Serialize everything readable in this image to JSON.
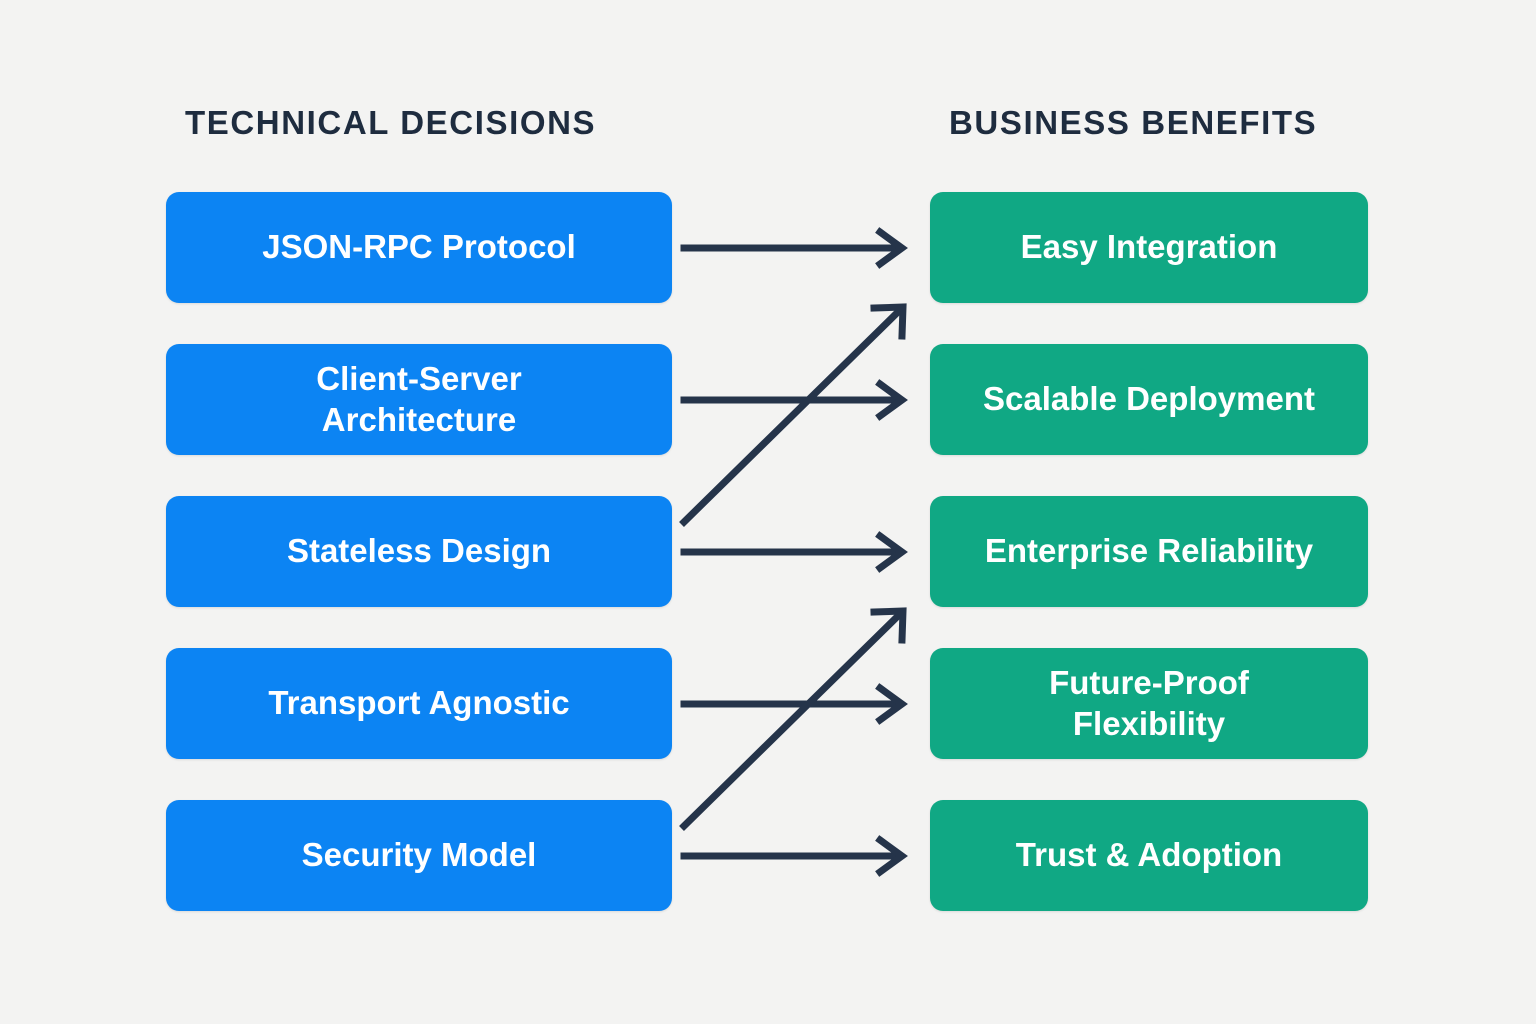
{
  "columns": {
    "left_title": "TECHNICAL DECISIONS",
    "right_title": "BUSINESS BENEFITS"
  },
  "colors": {
    "background": "#f3f3f2",
    "technical_box": "#0c84f3",
    "benefit_box": "#10a884",
    "arrow": "#25344a",
    "header_text": "#1e2c3f",
    "box_text": "#ffffff"
  },
  "technical_decisions": [
    {
      "id": "json-rpc-protocol",
      "label": "JSON-RPC Protocol"
    },
    {
      "id": "client-server",
      "label": "Client-Server\nArchitecture",
      "line1": "Client-Server",
      "line2": "Architecture"
    },
    {
      "id": "stateless-design",
      "label": "Stateless Design"
    },
    {
      "id": "transport-agnostic",
      "label": "Transport Agnostic"
    },
    {
      "id": "security-model",
      "label": "Security Model"
    }
  ],
  "business_benefits": [
    {
      "id": "easy-integration",
      "label": "Easy Integration"
    },
    {
      "id": "scalable-deployment",
      "label": "Scalable Deployment"
    },
    {
      "id": "enterprise-reliability",
      "label": "Enterprise Reliability"
    },
    {
      "id": "future-proof-flexibility",
      "label": "Future-Proof\nFlexibility",
      "line1": "Future-Proof",
      "line2": "Flexibility"
    },
    {
      "id": "trust-adoption",
      "label": "Trust & Adoption"
    }
  ],
  "connections": [
    {
      "from": "json-rpc-protocol",
      "to": "easy-integration",
      "type": "straight"
    },
    {
      "from": "client-server",
      "to": "scalable-deployment",
      "type": "straight"
    },
    {
      "from": "stateless-design",
      "to": "enterprise-reliability",
      "type": "straight"
    },
    {
      "from": "transport-agnostic",
      "to": "future-proof-flexibility",
      "type": "straight"
    },
    {
      "from": "security-model",
      "to": "trust-adoption",
      "type": "straight"
    },
    {
      "from": "stateless-design",
      "to": "scalable-deployment",
      "type": "diagonal-up"
    },
    {
      "from": "security-model",
      "to": "future-proof-flexibility",
      "type": "diagonal-up"
    }
  ]
}
